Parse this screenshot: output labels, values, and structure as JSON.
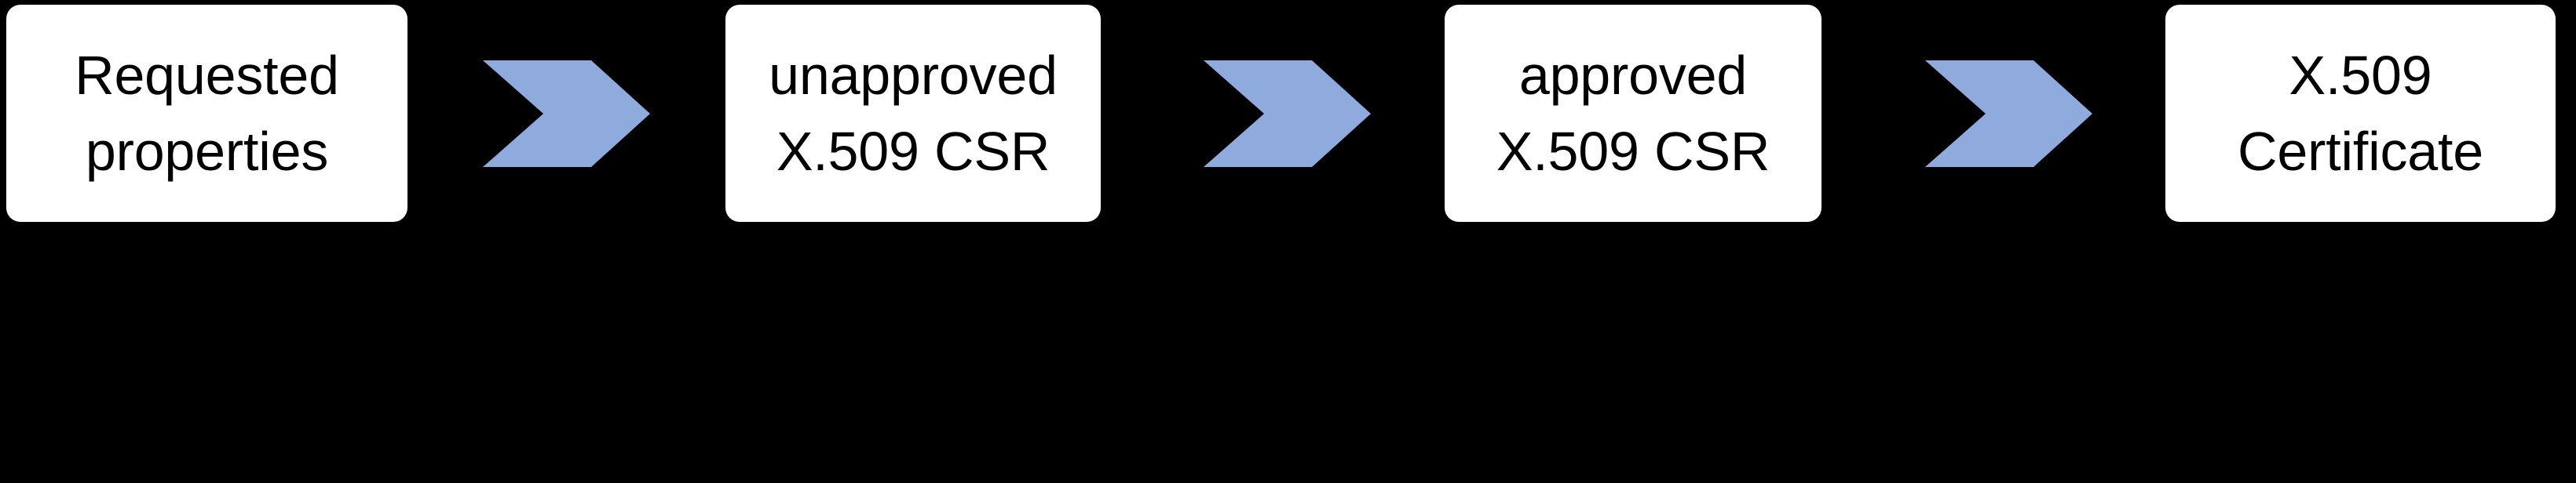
{
  "diagram": {
    "type": "process-flow",
    "orientation": "horizontal",
    "background_color": "#000000",
    "box_fill_color": "#FFFFFF",
    "box_text_color": "#000000",
    "arrow_color": "#8FAADC",
    "steps": [
      {
        "id": "requested-properties",
        "line1": "Requested",
        "line2": "properties"
      },
      {
        "id": "unapproved-csr",
        "line1": "unapproved",
        "line2": "X.509 CSR"
      },
      {
        "id": "approved-csr",
        "line1": "approved",
        "line2": "X.509 CSR"
      },
      {
        "id": "x509-certificate",
        "line1": "X.509",
        "line2": "Certificate"
      }
    ],
    "connectors": [
      {
        "id": "connector-1",
        "icon": "chevron-arrow-right-icon"
      },
      {
        "id": "connector-2",
        "icon": "chevron-arrow-right-icon"
      },
      {
        "id": "connector-3",
        "icon": "chevron-arrow-right-icon"
      }
    ]
  }
}
